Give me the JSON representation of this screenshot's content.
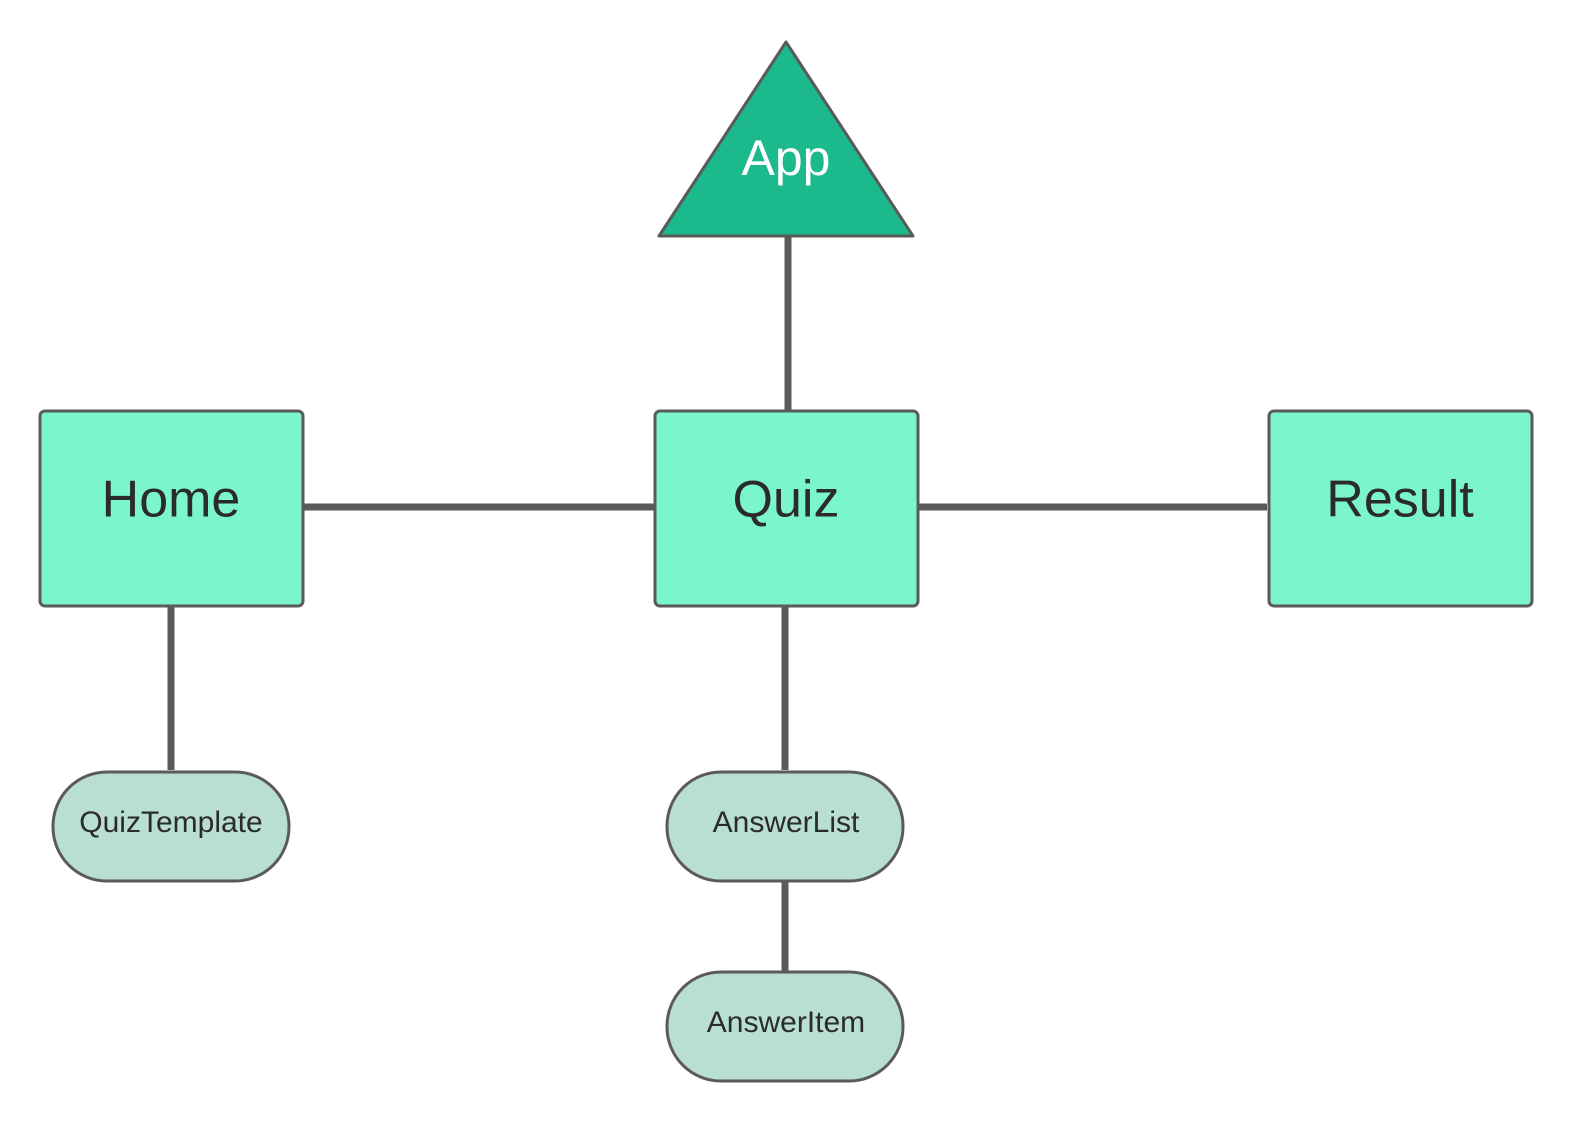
{
  "nodes": {
    "app": {
      "label": "App"
    },
    "home": {
      "label": "Home"
    },
    "quiz": {
      "label": "Quiz"
    },
    "result": {
      "label": "Result"
    },
    "quiz_template": {
      "label": "QuizTemplate"
    },
    "answer_list": {
      "label": "AnswerList"
    },
    "answer_item": {
      "label": "AnswerItem"
    }
  },
  "edges": [
    {
      "from": "app",
      "to": "quiz"
    },
    {
      "from": "home",
      "to": "quiz"
    },
    {
      "from": "quiz",
      "to": "result"
    },
    {
      "from": "home",
      "to": "quiz_template"
    },
    {
      "from": "quiz",
      "to": "answer_list"
    },
    {
      "from": "answer_list",
      "to": "answer_item"
    }
  ],
  "colors": {
    "root_fill": "#1bb98b",
    "page_fill": "#7af5cc",
    "component_fill": "#b8dfcf",
    "outline": "#5a5a5a",
    "connector": "#5a5a5a",
    "text_dark": "#2b2b2b",
    "text_light": "#ffffff"
  }
}
